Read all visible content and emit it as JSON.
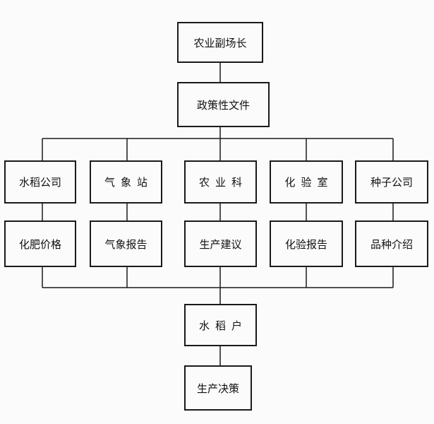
{
  "diagram": {
    "top": {
      "manager": "农业副场长",
      "policy": "政策性文件"
    },
    "sources": [
      {
        "name": "水稻公司",
        "output": "化肥价格"
      },
      {
        "name": "气象站",
        "output": "气象报告"
      },
      {
        "name": "农业科",
        "output": "生产建议"
      },
      {
        "name": "化验室",
        "output": "化验报告"
      },
      {
        "name": "种子公司",
        "output": "品种介绍"
      }
    ],
    "bottom": {
      "farmer": "水稻户",
      "decision": "生产决策"
    },
    "colors": {
      "line": "#1a1a1a",
      "background": "#fbfbfb"
    }
  }
}
